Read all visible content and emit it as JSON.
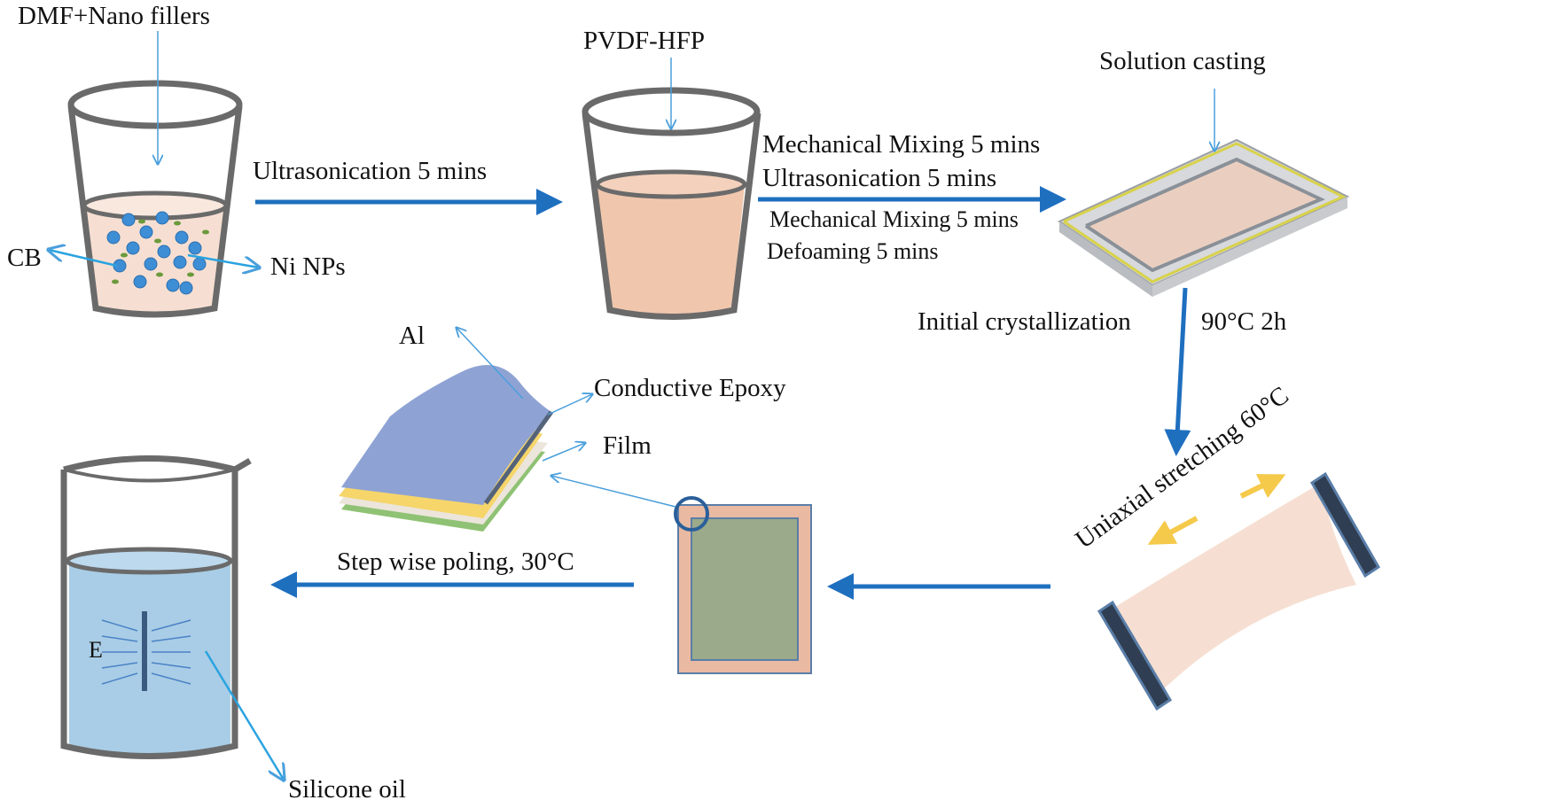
{
  "labels": {
    "dmf": "DMF+Nano fillers",
    "cb": "CB",
    "ni": "Ni NPs",
    "ultra1": "Ultrasonication  5 mins",
    "pvdf": "PVDF-HFP",
    "mix1": "Mechanical  Mixing   5 mins",
    "ultra2": "Ultrasonication  5 mins",
    "mix2": "Mechanical Mixing  5 mins",
    "defoam": "Defoaming 5 mins",
    "casting": "Solution casting",
    "cryst": "Initial  crystallization",
    "cryst_cond": "90°C 2h",
    "stretch": "Uniaxial stretching 60°C",
    "al": "Al",
    "epoxy": "Conductive Epoxy",
    "film": "Film",
    "poling": "Step wise poling, 30°C",
    "e": "E",
    "oil": "Silicone oil"
  },
  "colors": {
    "arrow": "#1f6fbf",
    "thin_arrow": "#4a9fdc",
    "mixture": "#f6dfd2",
    "solution": "#f0c7ad",
    "oil": "#a9cde6",
    "film_green": "#9aaa8a",
    "film_border": "#e9b9a2",
    "stretch_arrow": "#f5c94a"
  }
}
